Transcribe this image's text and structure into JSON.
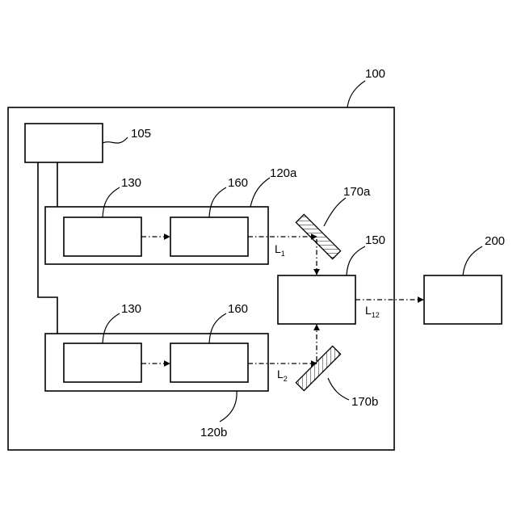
{
  "labels": {
    "system": "100",
    "controller": "105",
    "module_a": "120a",
    "module_b": "120b",
    "source_a": "130",
    "source_b": "130",
    "modulator_a": "160",
    "modulator_b": "160",
    "combiner": "150",
    "mirror_a": "170a",
    "mirror_b": "170b",
    "target": "200"
  },
  "beams": {
    "l1": {
      "main": "L",
      "sub": "1"
    },
    "l2": {
      "main": "L",
      "sub": "2"
    },
    "l12": {
      "main": "L",
      "sub": "12"
    }
  }
}
